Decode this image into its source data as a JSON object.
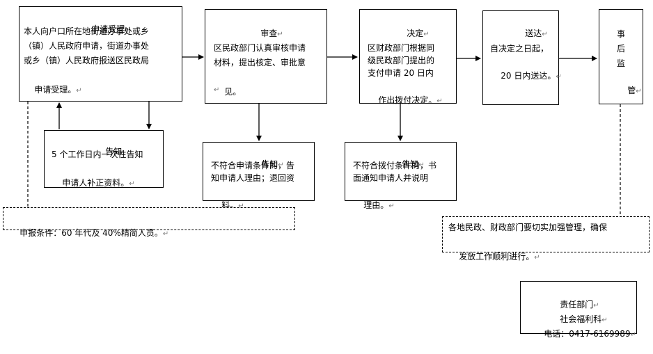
{
  "boxes": {
    "accept": {
      "title": "申请受理",
      "lines": [
        "本人向户口所在地街道办事处或乡",
        "（镇）人民政府申请，街道办事处",
        "或乡（镇）人民政府报送区民政局",
        "申请受理。"
      ]
    },
    "review": {
      "title": "审查",
      "lines": [
        "区民政部门认真审核申请",
        "材料，提出核定、审批意",
        "见。"
      ]
    },
    "decide": {
      "title": "决定",
      "lines": [
        "区财政部门根据同",
        "级民政部门提出的",
        "支付申请 20 日内",
        "作出拨付决定。"
      ]
    },
    "deliver": {
      "title": "送达",
      "lines": [
        "自决定之日起，",
        "20 日内送达。"
      ]
    },
    "supervise": {
      "title_chars": [
        "事",
        "后",
        "监",
        "管"
      ]
    },
    "notify1": {
      "title": "告知",
      "lines": [
        "5 个工作日内一次性告知",
        "申请人补正资料。"
      ]
    },
    "notify2": {
      "title": "告知",
      "lines": [
        "不符合申请条件的，告",
        "知申请人理由；退回资",
        "料。"
      ]
    },
    "notify3": {
      "title": "告知",
      "lines": [
        "不符合拨付条件的，书",
        "面通知申请人并说明",
        "理由。"
      ]
    }
  },
  "notes": {
    "condition": "申报条件：60 年代及 40%精简人员。",
    "management": [
      "各地民政、财政部门要切实加强管理，确保",
      "发放工作顺利进行。"
    ]
  },
  "contact": {
    "dept_label": "责任部门",
    "dept_name": "社会福利科",
    "phone": "电话：0417-6169989"
  },
  "para_mark": "↵"
}
